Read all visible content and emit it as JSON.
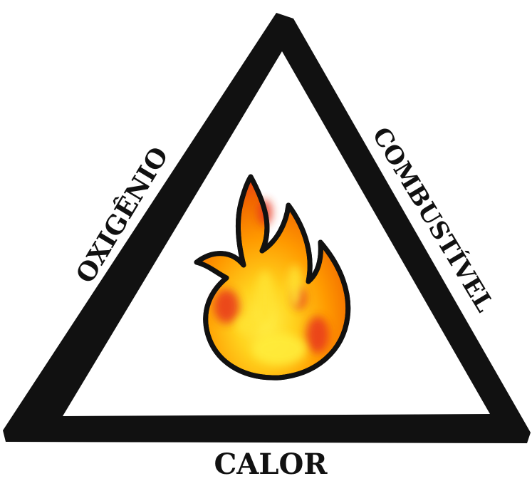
{
  "diagram": {
    "labels": {
      "left": "OXIGÊNIO",
      "right": "COMBUSTÍVEL",
      "bottom": "CALOR"
    },
    "center_icon": "fire-icon",
    "colors": {
      "outline": "#111111",
      "background": "#ffffff",
      "flame_outer": "#f05a00",
      "flame_mid": "#ff9a00",
      "flame_core": "#ffe233",
      "flame_red": "#e8341a"
    }
  }
}
